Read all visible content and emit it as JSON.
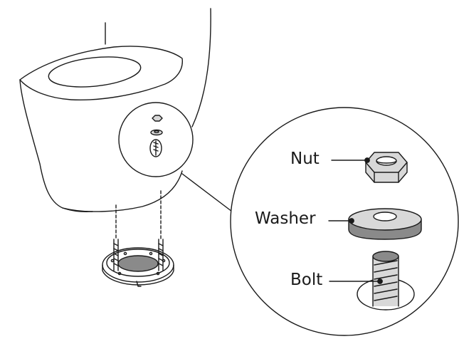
{
  "labels": {
    "nut": "Nut",
    "washer": "Washer",
    "bolt": "Bolt"
  },
  "colors": {
    "stroke": "#1a1a1a",
    "part_fill": "#d8d8d8",
    "dark_fill": "#8a8a8a",
    "background": "#ffffff"
  }
}
